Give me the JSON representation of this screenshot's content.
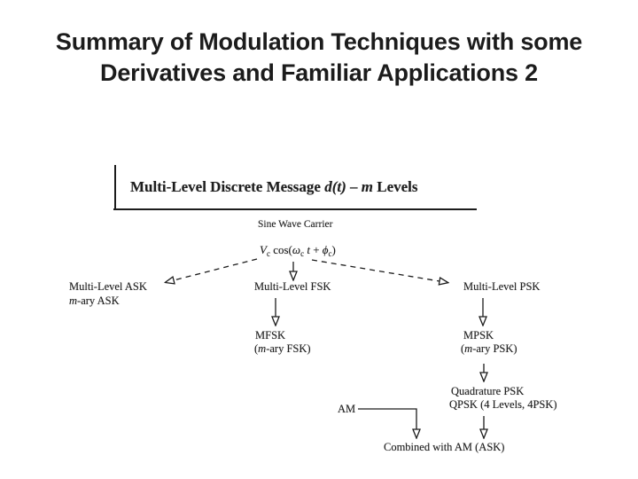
{
  "slide": {
    "title_line1": "Summary of Modulation Techniques with some",
    "title_line2": "Derivatives and Familiar Applications 2"
  },
  "diagram": {
    "header": {
      "prefix": "Multi-Level Discrete Message ",
      "d_t": "d(t)",
      "separator": " – ",
      "m_var": "m",
      "suffix": " Levels"
    },
    "carrier": {
      "label": "Sine Wave Carrier",
      "formula": {
        "V": "V",
        "V_sub": "c",
        "cos": " cos(",
        "omega": "ω",
        "omega_sub": "c",
        "t": " t",
        "plus": " + ",
        "phi": "ϕ",
        "phi_sub": "c",
        "close": ")"
      }
    },
    "ask": {
      "line1": "Multi-Level ASK",
      "line2_m": "m",
      "line2_rest": "-ary ASK"
    },
    "fsk": {
      "line1": "Multi-Level FSK"
    },
    "psk": {
      "line1": "Multi-Level PSK"
    },
    "mfsk": {
      "line1": "MFSK",
      "line2_open": "(",
      "line2_m": "m",
      "line2_rest": "-ary FSK)"
    },
    "mpsk": {
      "line1": "MPSK",
      "line2_open": "(",
      "line2_m": "m",
      "line2_rest": "-ary PSK)"
    },
    "qpsk": {
      "line1": "Quadrature PSK",
      "line2": "QPSK (4 Levels, 4PSK)"
    },
    "am": {
      "label": "AM"
    },
    "combined": {
      "label": "Combined with AM (ASK)"
    }
  },
  "colors": {
    "title_text": "#1c1c1c",
    "diagram_ink": "#1e1e1e",
    "background": "#ffffff"
  }
}
